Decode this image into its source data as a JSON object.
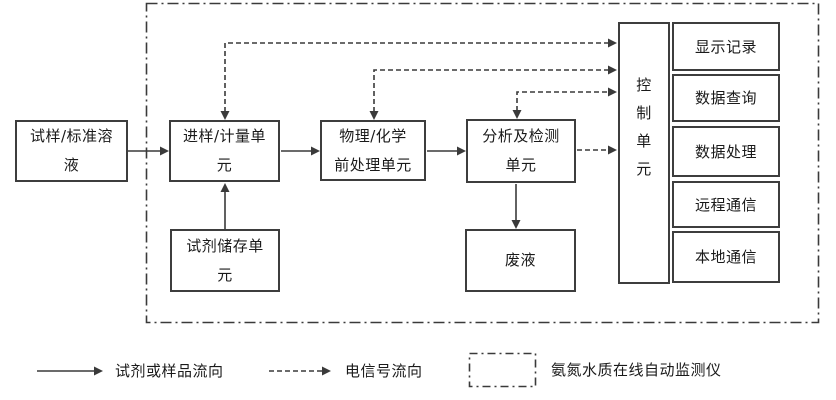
{
  "boxes": {
    "sample": {
      "label": "试样/标准溶\n液"
    },
    "sampling": {
      "label": "进样/计量单\n元"
    },
    "pretreatment": {
      "label": "物理/化学\n前处理单元"
    },
    "analysis": {
      "label": "分析及检测\n单元"
    },
    "reagent": {
      "label": "试剂储存单\n元"
    },
    "waste": {
      "label": "废液"
    },
    "control": {
      "label": "控\n制\n单\n元"
    },
    "functions": [
      {
        "label": "显示记录"
      },
      {
        "label": "数据查询"
      },
      {
        "label": "数据处理"
      },
      {
        "label": "远程通信"
      },
      {
        "label": "本地通信"
      }
    ]
  },
  "legend": {
    "solid_arrow_label": "试剂或样品流向",
    "dashed_arrow_label": "电信号流向",
    "boundary_box_label": "氨氮水质在线自动监测仪"
  },
  "colors": {
    "line": "#3a3a3a",
    "background": "#ffffff"
  }
}
